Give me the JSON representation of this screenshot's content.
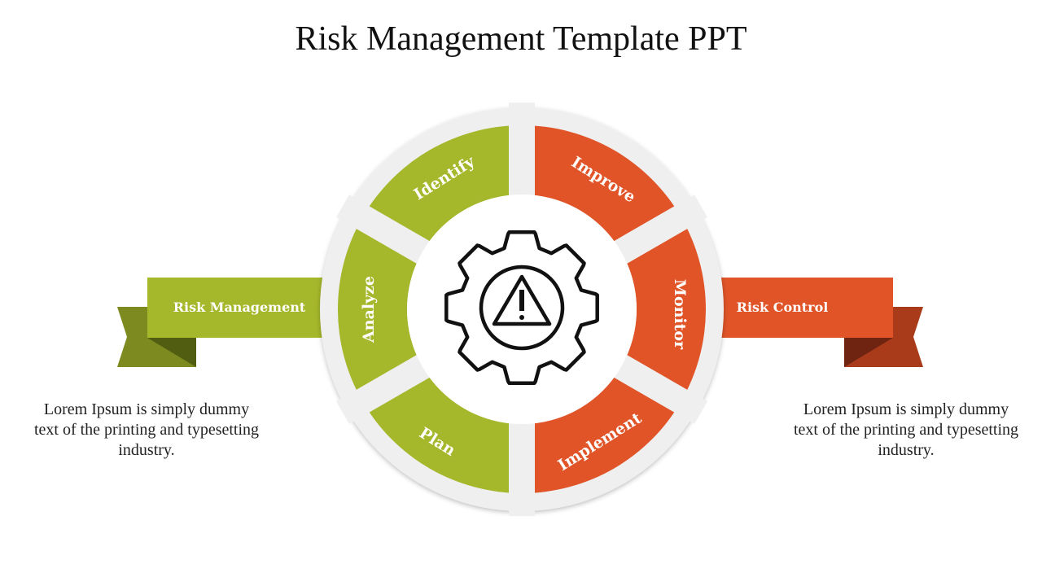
{
  "title": "Risk Management Template PPT",
  "colors": {
    "green": "#a5b72a",
    "orange": "#e05428",
    "ring": "#efefef"
  },
  "segments": {
    "identify": "Identify",
    "analyze": "Analyze",
    "plan": "Plan",
    "improve": "Improve",
    "monitor": "Monitor",
    "implement": "Implement"
  },
  "center_icon": "gear-warning-icon",
  "left": {
    "ribbon": "Risk Management",
    "text": "Lorem Ipsum is simply dummy text of the printing and typesetting industry."
  },
  "right": {
    "ribbon": "Risk Control",
    "text": "Lorem Ipsum is simply dummy text of the printing and typesetting industry."
  }
}
